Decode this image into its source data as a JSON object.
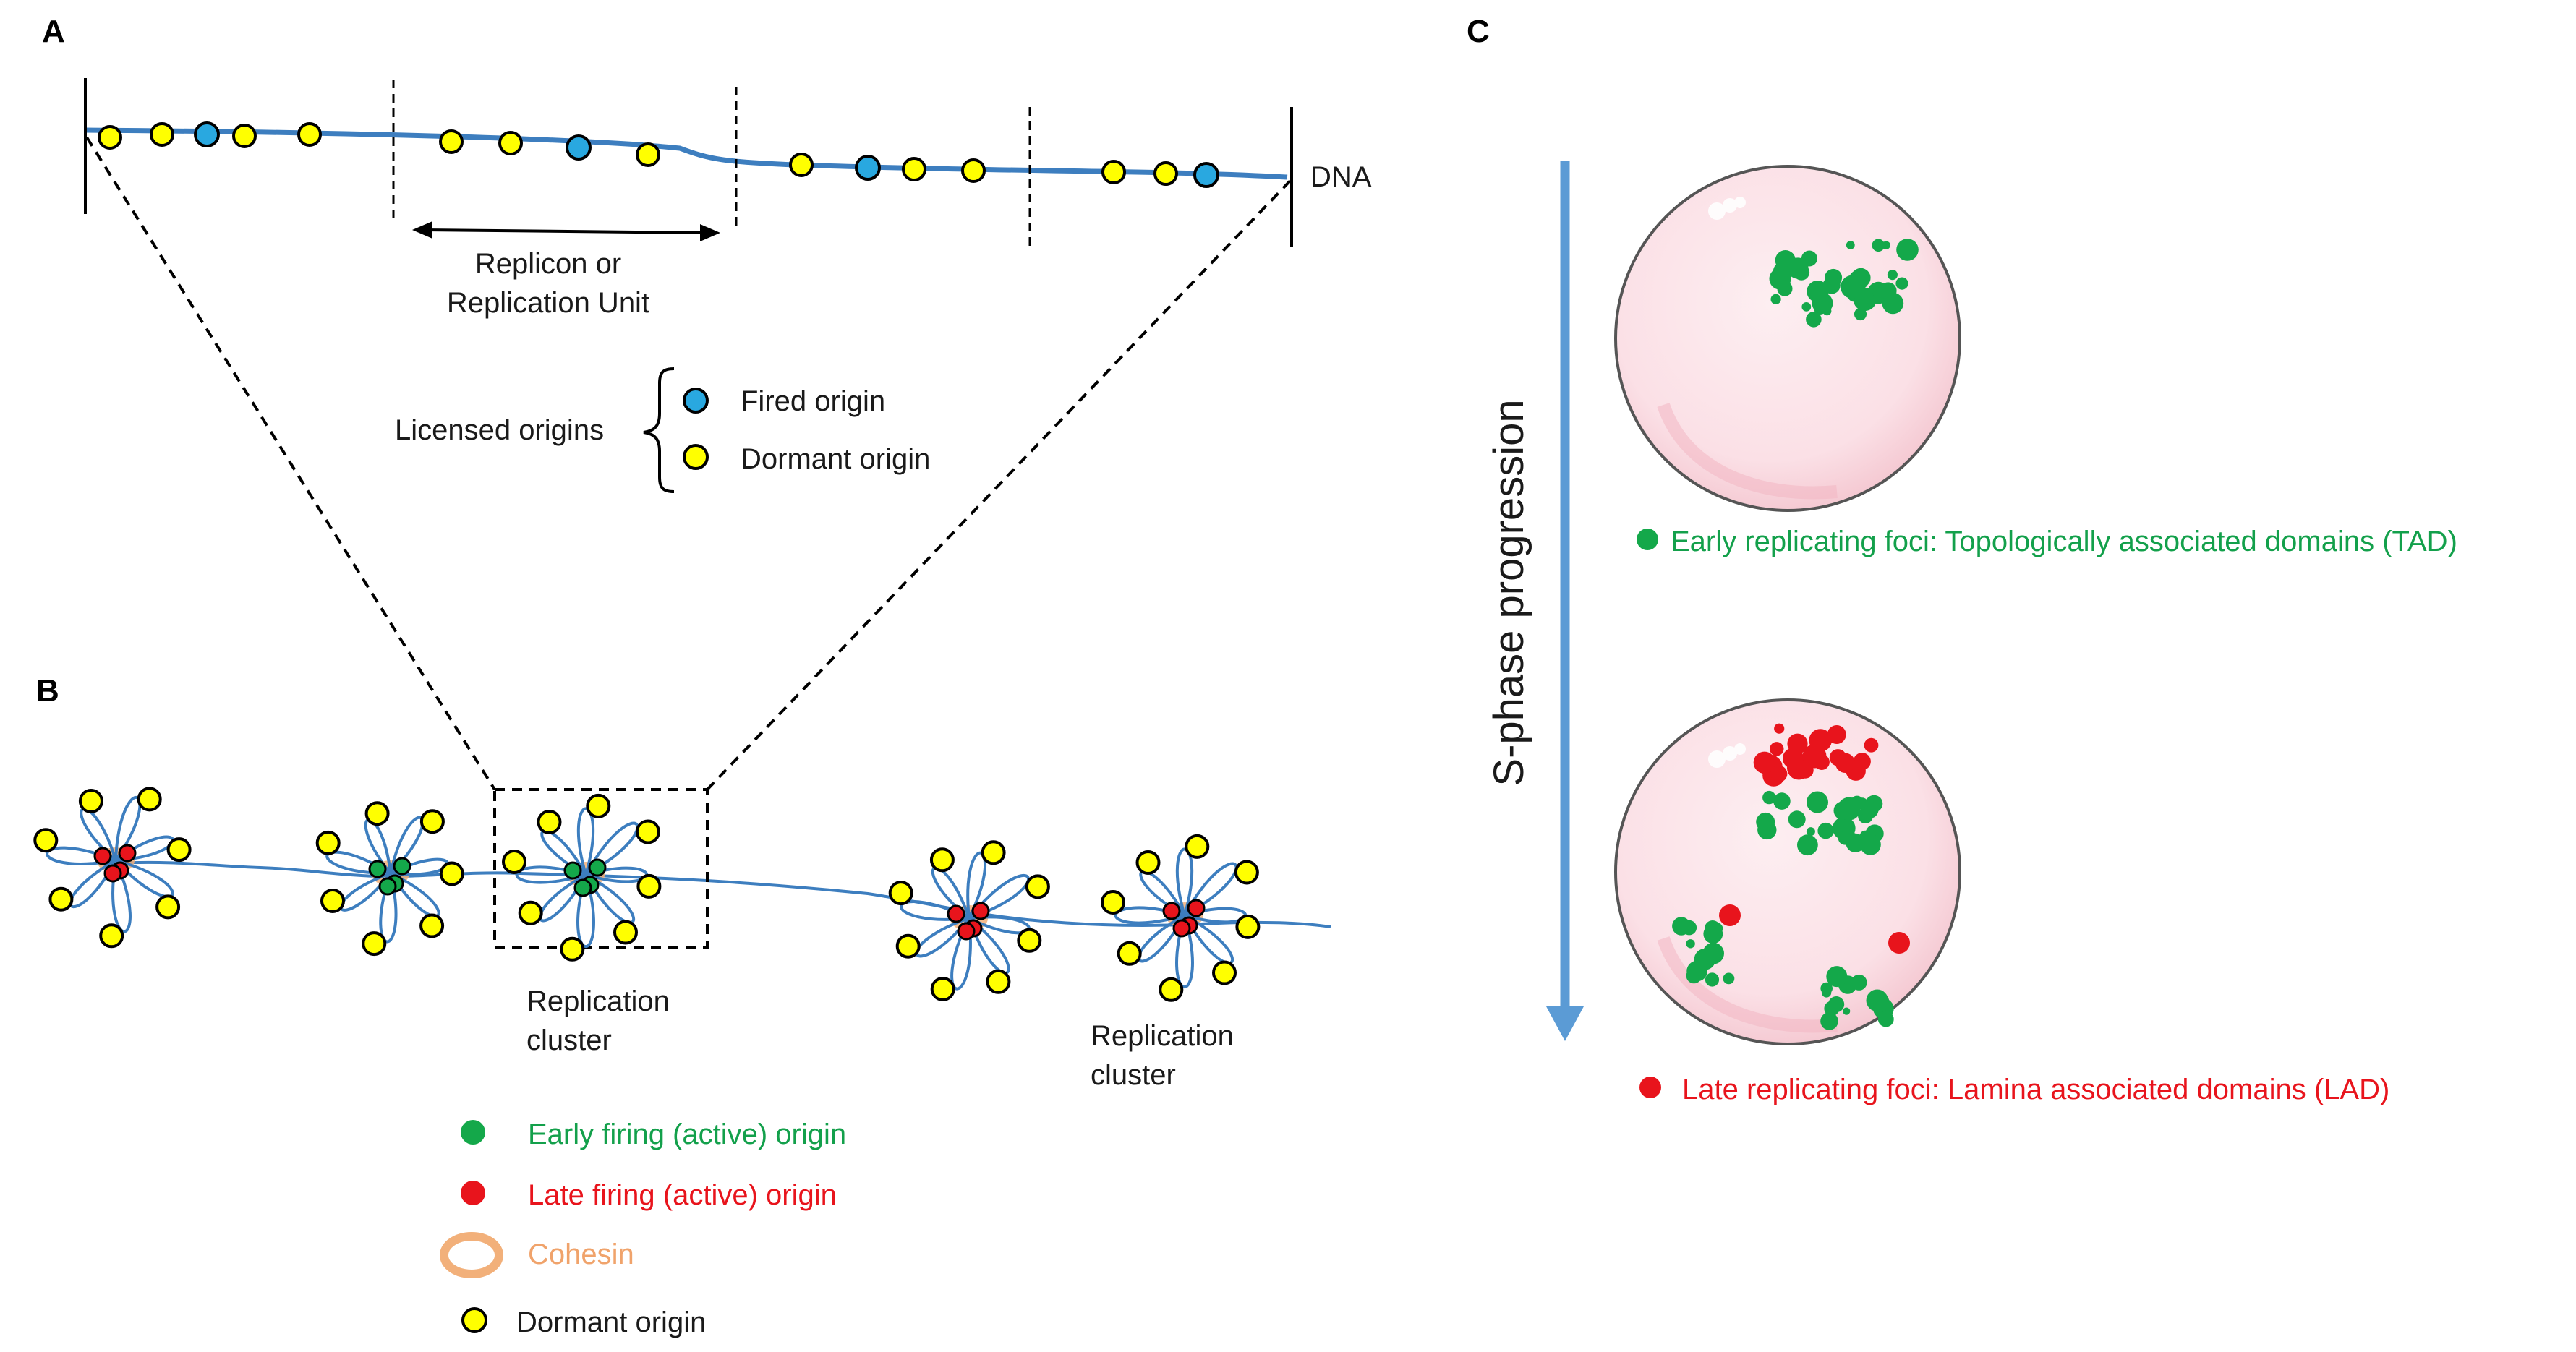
{
  "panels": {
    "a": "A",
    "b": "B",
    "c": "C"
  },
  "panel_a": {
    "dna_label": "DNA",
    "replicon_line1": "Replicon or",
    "replicon_line2": "Replication Unit",
    "licensed_origins": "Licensed origins",
    "fired_origin": "Fired origin",
    "dormant_origin": "Dormant origin"
  },
  "panel_b": {
    "cluster_label_1_line1": "Replication",
    "cluster_label_1_line2": "cluster",
    "cluster_label_2_line1": "Replication",
    "cluster_label_2_line2": "cluster",
    "legend": {
      "early": "Early firing (active) origin",
      "late": "Late firing (active) origin",
      "cohesin": "Cohesin",
      "dormant": "Dormant origin"
    }
  },
  "panel_c": {
    "axis_label": "S-phase progression",
    "early_caption": "Early replicating foci: Topologically associated domains (TAD)",
    "late_caption": "Late replicating foci: Lamina associated domains (LAD)"
  },
  "colors": {
    "dna": "#3d7ebf",
    "fired": "#29a8e0",
    "dormant": "#ffff00",
    "early": "#14a84a",
    "late": "#e8141c",
    "cohesin": "#f2b07a",
    "nucleus": "#fbe1e6",
    "arrow": "#5b9bd5",
    "early_text": "#13a04b",
    "late_text": "#e8141c",
    "cohesin_text": "#f0a36b"
  }
}
